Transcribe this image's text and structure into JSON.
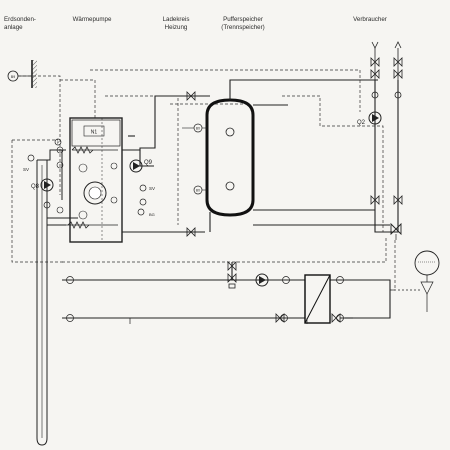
{
  "headers": {
    "erdsonden": "Erdsonden-\nanlage",
    "waermepumpe": "Wärmepumpe",
    "ladekreis": "Ladekreis\nHeizung",
    "pufferspeicher": "Pufferspeicher\n(Trennspeicher)",
    "verbraucher": "Verbraucher"
  },
  "tags": {
    "q2": "Q2",
    "q8": "Q8",
    "q9": "Q9",
    "n1": "N1",
    "b9": "B9",
    "bg": "BG",
    "sv": "SV",
    "b": "B",
    "p": "P",
    "bx": "BX"
  }
}
